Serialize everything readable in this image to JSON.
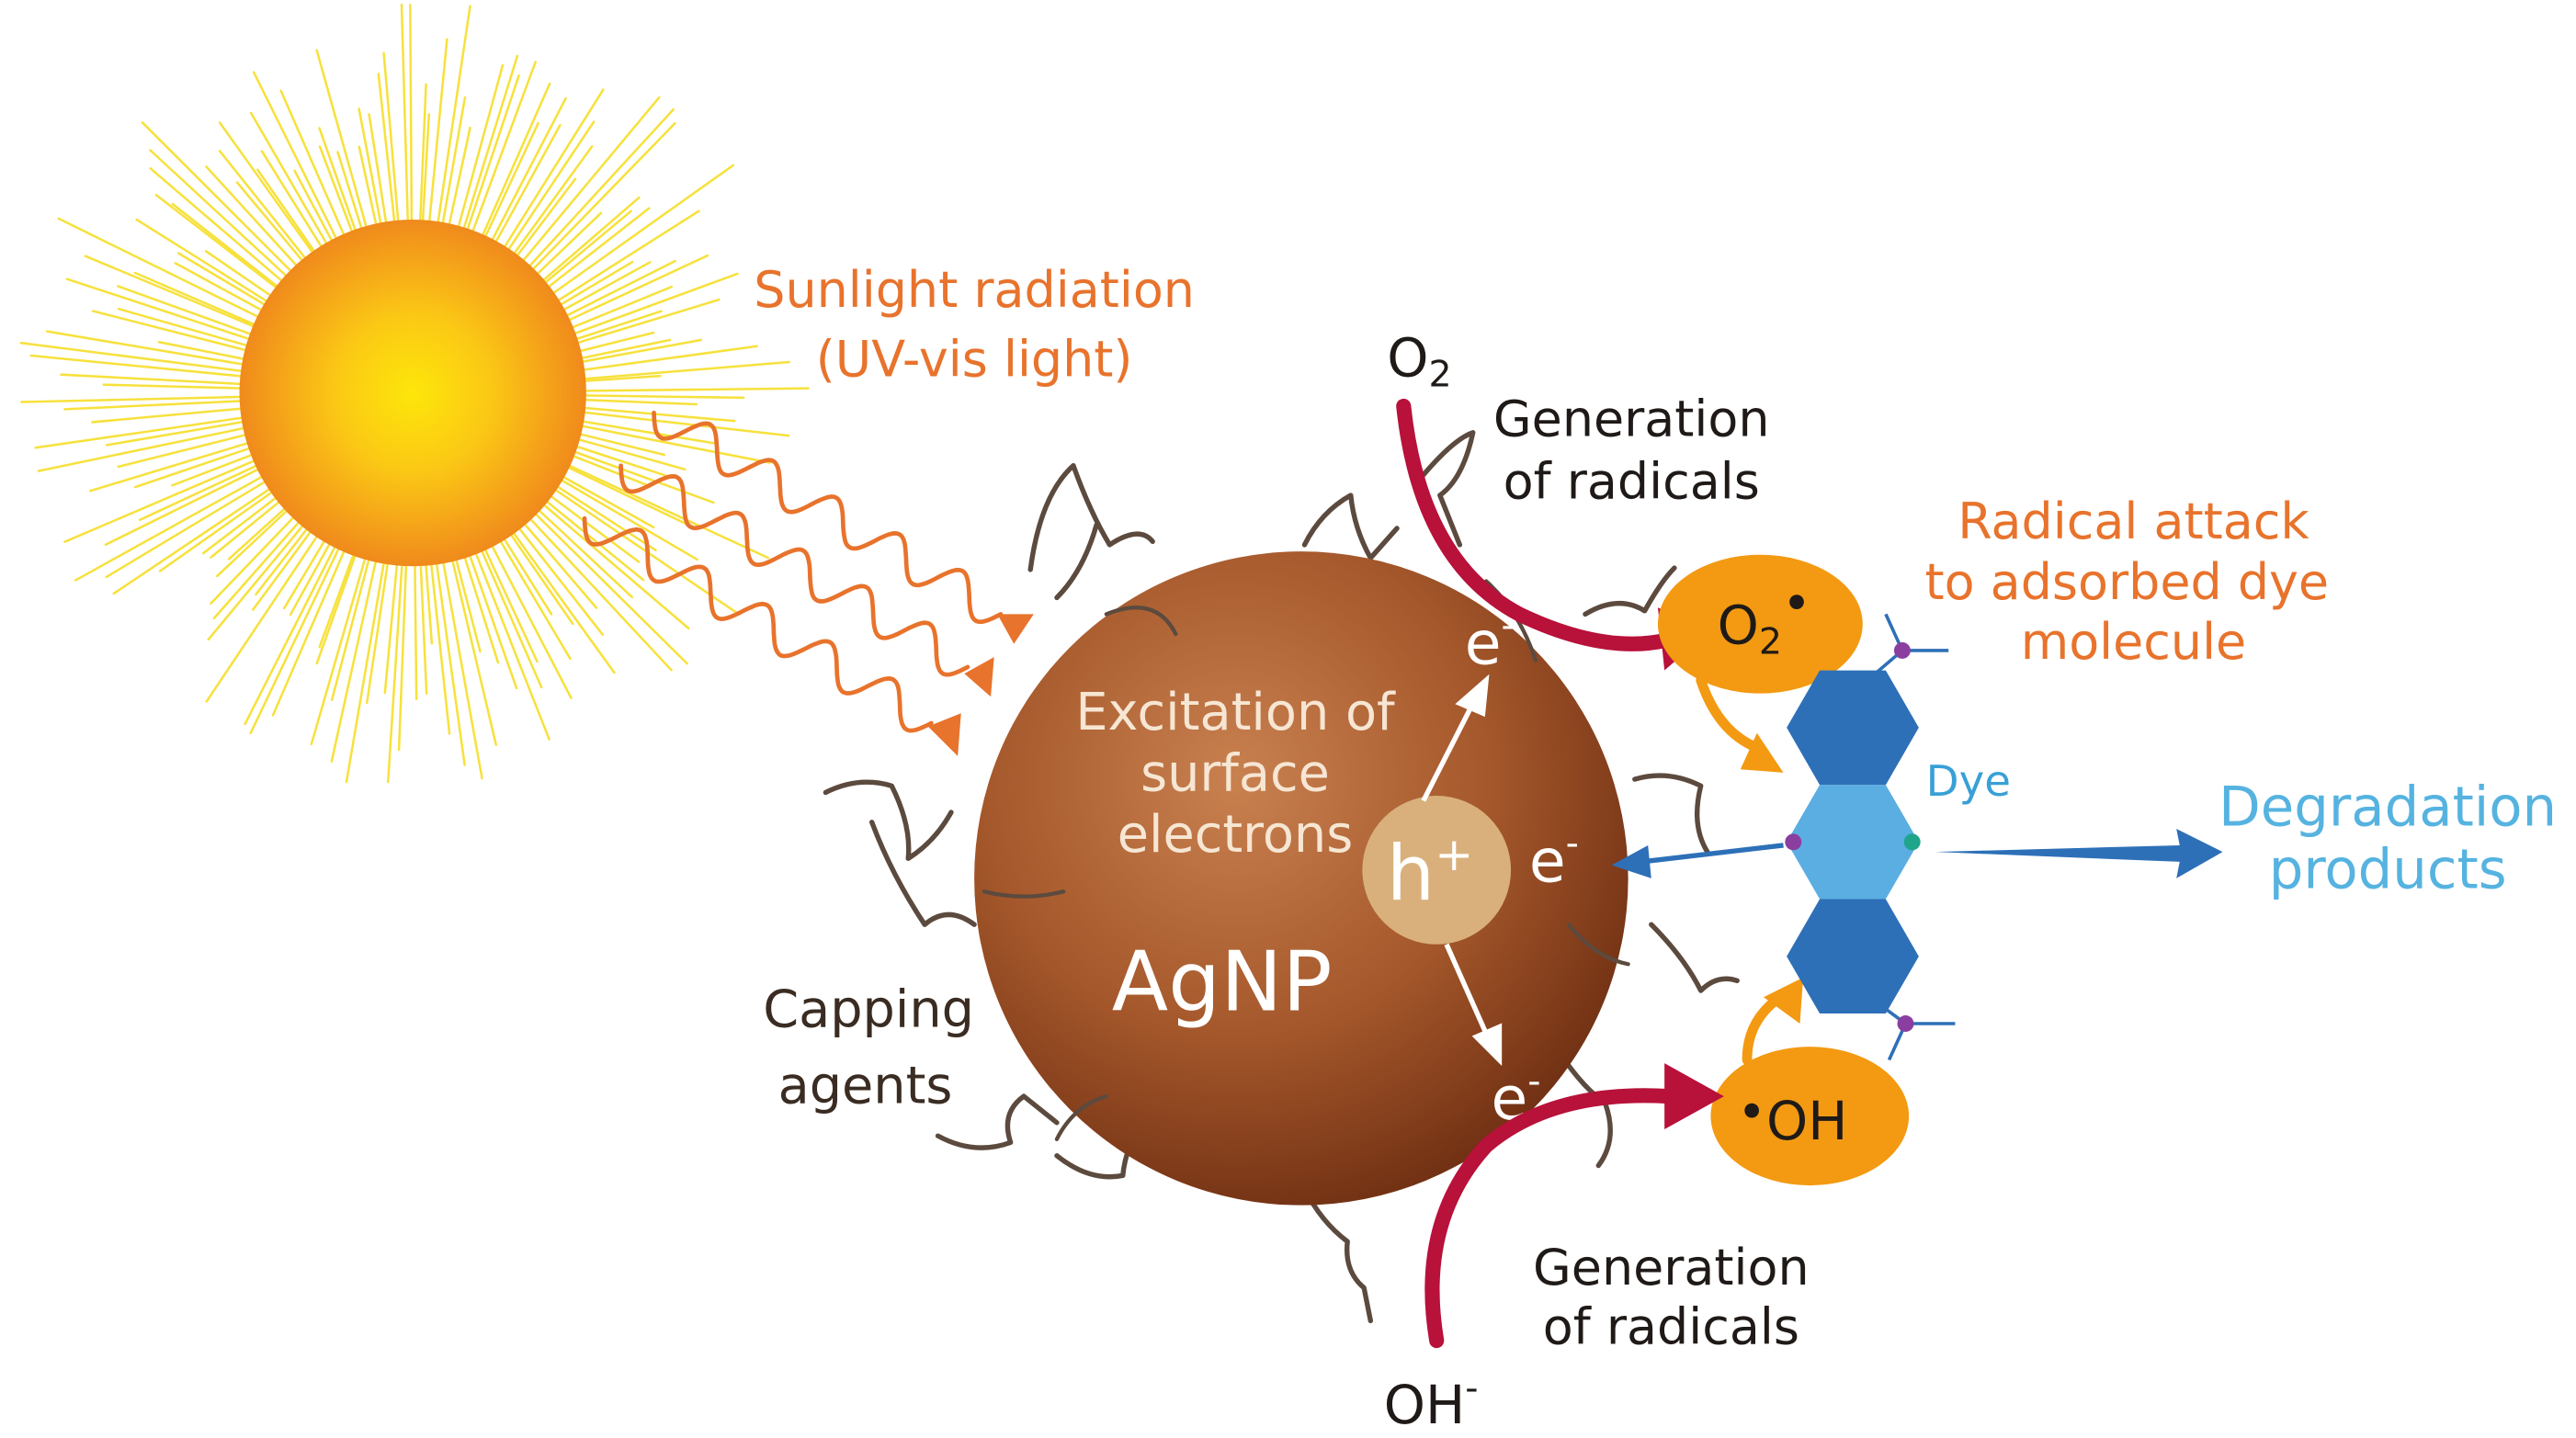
{
  "labels": {
    "sunlight_line1": "Sunlight radiation",
    "sunlight_line2": "(UV-vis light)",
    "o2_base": "O",
    "o2_sub": "2",
    "gen_top_line1": "Generation",
    "gen_top_line2": "of radicals",
    "radical_line1": "Radical attack",
    "radical_line2": "to adsorbed dye",
    "radical_line3": "molecule",
    "superoxide_base": "O",
    "superoxide_sub": "2",
    "superoxide_dot": "•",
    "excitation_line1": "Excitation of",
    "excitation_line2": "surface",
    "excitation_line3": "electrons",
    "agnp": "AgNP",
    "hole_base": "h",
    "hole_sup": "+",
    "electron_base": "e",
    "electron_sup": "-",
    "dye": "Dye",
    "degradation_line1": "Degradation",
    "degradation_line2": "products",
    "capping_line1": "Capping",
    "capping_line2": "agents",
    "hydroxyl_dot": "•",
    "hydroxyl": "OH",
    "gen_bottom_line1": "Generation",
    "gen_bottom_line2": "of radicals",
    "hydroxide_base": "OH",
    "hydroxide_sup": "-"
  },
  "colors": {
    "sun_core": "#fde60a",
    "sun_edge": "#f08a1c",
    "sun_rays": "#f7e13c",
    "light_wave": "#e8732c",
    "sunlight_text": "#e8732c",
    "particle_light": "#c98150",
    "particle_dark": "#6e2e12",
    "hole_fill": "#d9b07c",
    "radical_arrow": "#b8113a",
    "radical_oval": "#f39a12",
    "orange_text": "#e8732c",
    "dye_dark": "#2d70b8",
    "dye_light": "#5aaee2",
    "dye_text": "#38a0d6",
    "degradation_arrow": "#2d70b8",
    "degradation_text": "#56b3e0",
    "capping": "#5c4a3e",
    "dark_text": "#1f1a17",
    "capping_text": "#3a2c22"
  }
}
